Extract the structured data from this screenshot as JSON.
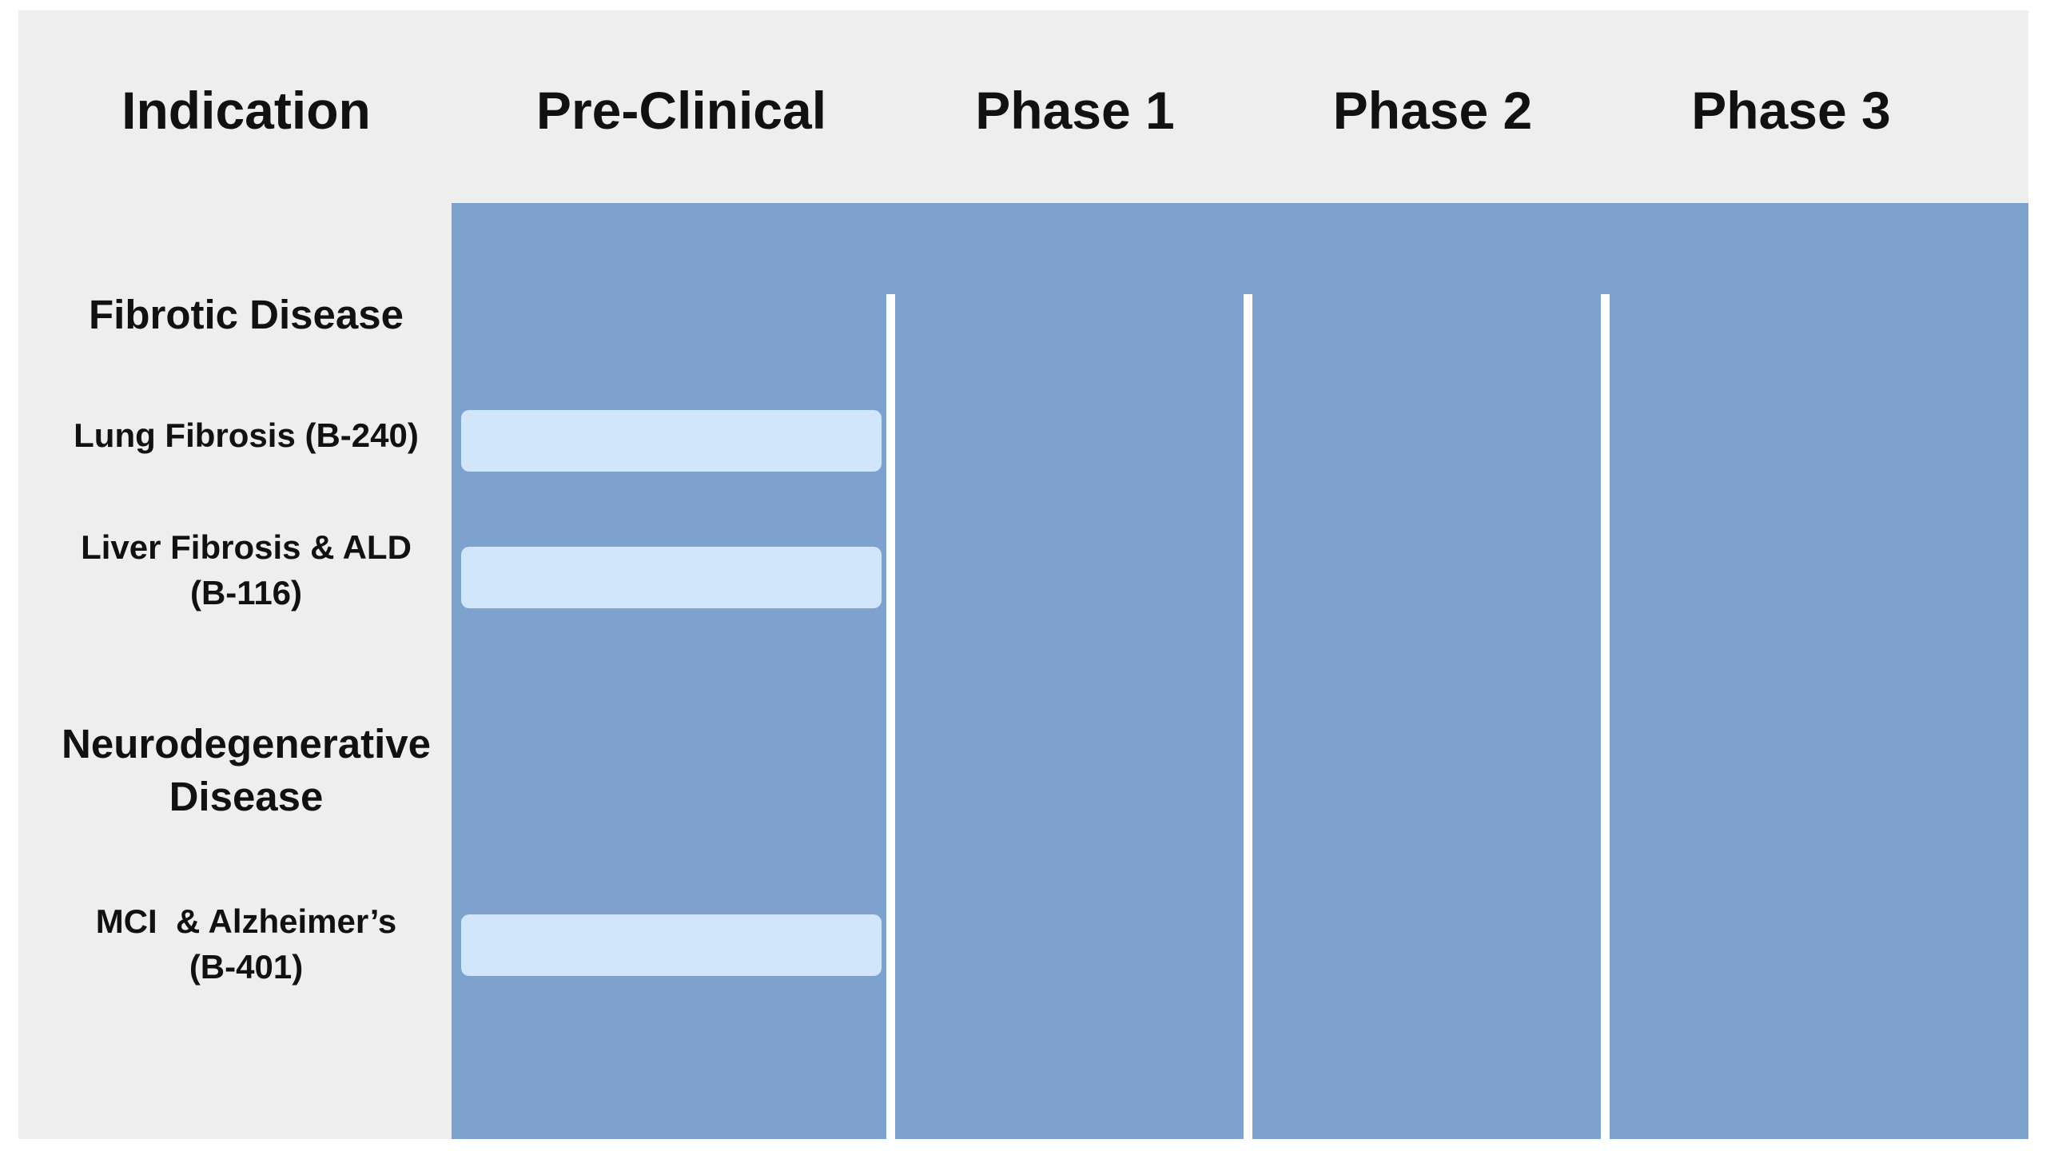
{
  "headers": {
    "indication": "Indication",
    "preclinical": "Pre-Clinical",
    "phase1": "Phase 1",
    "phase2": "Phase 2",
    "phase3": "Phase 3"
  },
  "groups": [
    {
      "label_lines": [
        "Fibrotic Disease"
      ]
    },
    {
      "label_lines": [
        "Neurodegenerative",
        "Disease"
      ]
    }
  ],
  "programs": [
    {
      "label_lines": [
        "Lung Fibrosis (B-240)"
      ],
      "stage": "Pre-Clinical"
    },
    {
      "label_lines": [
        "Liver Fibrosis & ALD",
        "(B-116)"
      ],
      "stage": "Pre-Clinical"
    },
    {
      "label_lines": [
        "MCI  & Alzheimer’s",
        "(B-401)"
      ],
      "stage": "Pre-Clinical"
    }
  ],
  "colors": {
    "background": "#eeeeee",
    "panel": "#7ea2cd",
    "progress_bar": "#d1e5fb",
    "divider": "#ffffff",
    "text": "#111111"
  }
}
